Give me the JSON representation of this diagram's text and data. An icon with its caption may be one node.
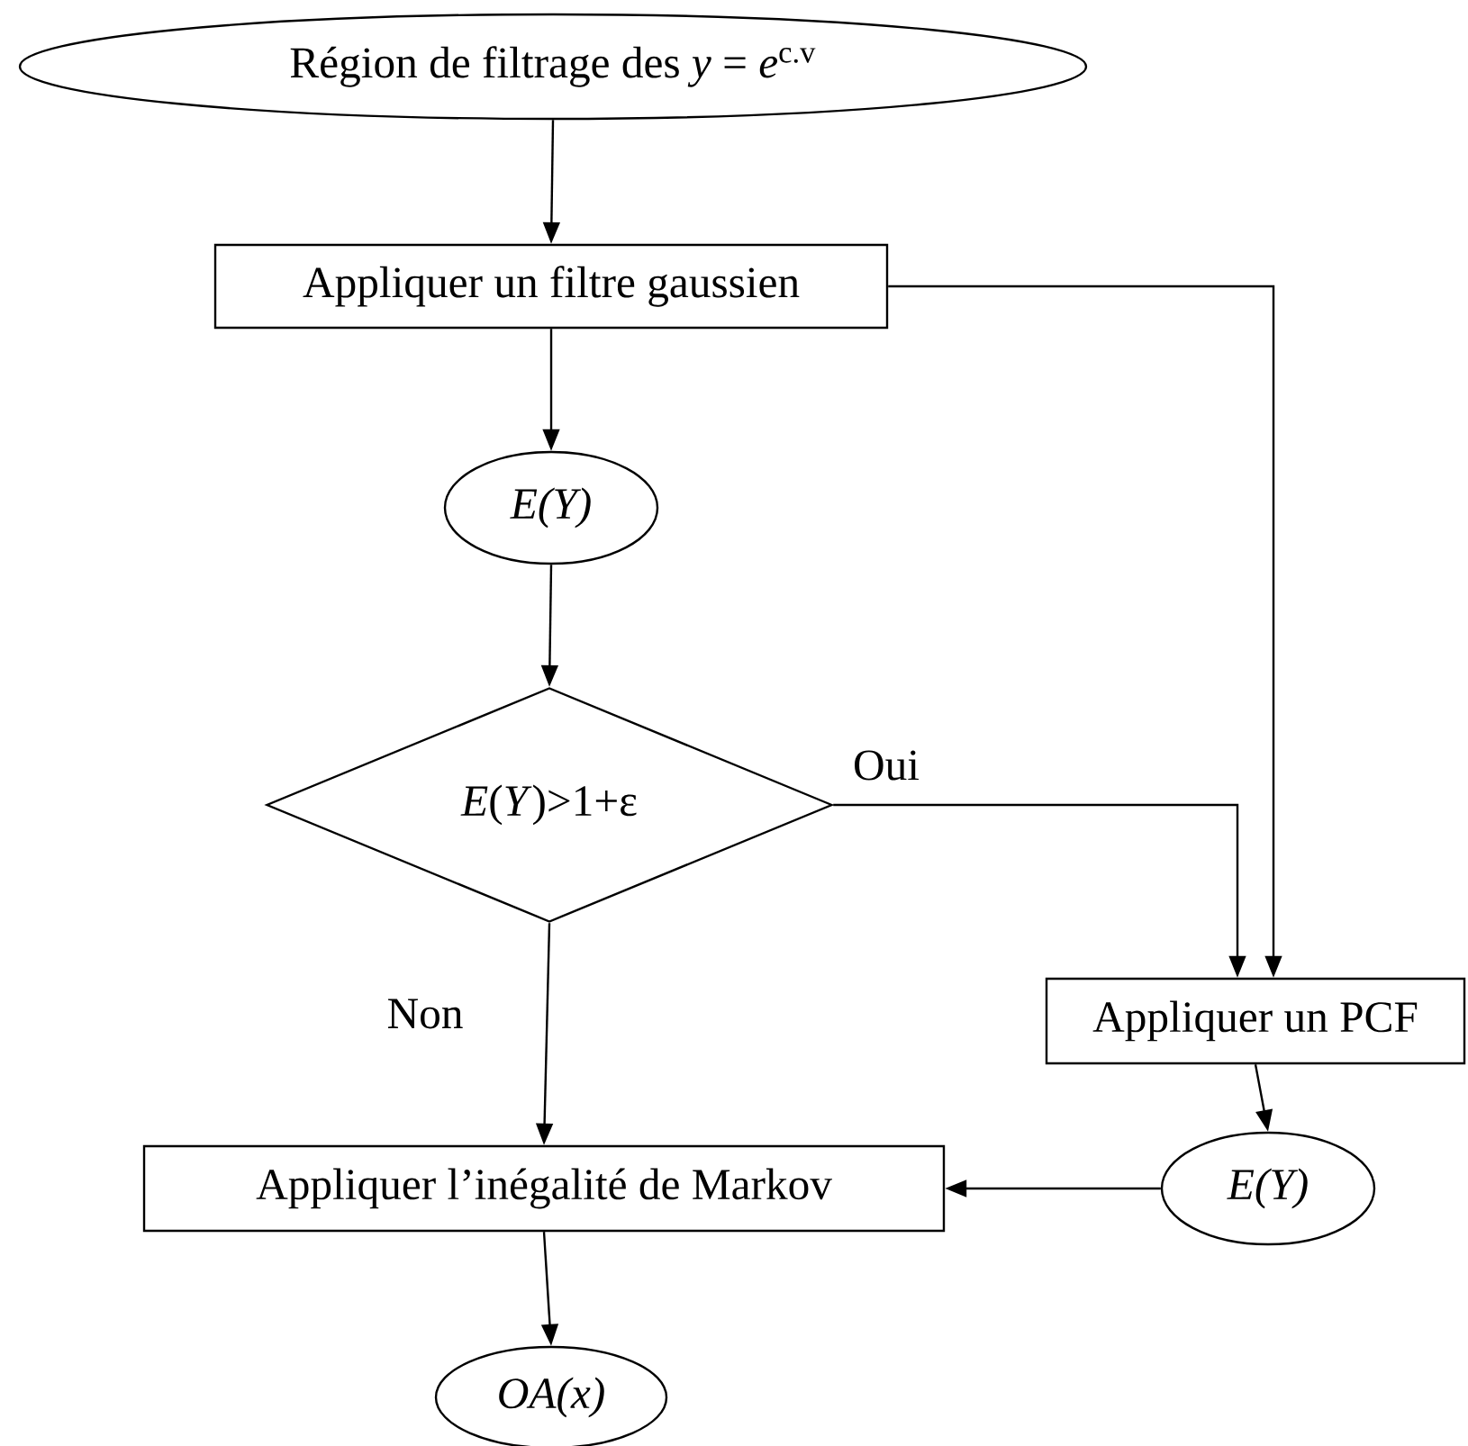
{
  "diagram": {
    "nodes": [
      {
        "text": [
          "Région de filtrage des *y* = *e*$^{c.v}$"
        ]
      },
      {
        "text": [
          "Appliquer un filtre gaussien"
        ]
      },
      {
        "text": [
          "E(Y)"
        ]
      },
      {
        "text": [
          "*E*(*Y*)>1+ε"
        ]
      },
      {
        "text": [
          "Appliquer un PCF"
        ]
      },
      {
        "text": [
          "E(Y)"
        ]
      },
      {
        "text": [
          "Appliquer l’inégalité de Markov"
        ]
      },
      {
        "text": [
          "OA(x)"
        ]
      }
    ],
    "edges": [
      {
        "from": 0,
        "to": 1,
        "arrow": "to"
      },
      {
        "from": 1,
        "to": 2,
        "arrow": "to"
      },
      {
        "from": 2,
        "to": 3,
        "arrow": "to"
      },
      {
        "from": 3,
        "to": 4,
        "arrow": "to",
        "label": "Oui"
      },
      {
        "from": 1,
        "to": 4,
        "arrow": "to"
      },
      {
        "from": 3,
        "to": 6,
        "arrow": "to",
        "label": "Non"
      },
      {
        "from": 4,
        "to": 5,
        "arrow": "to"
      },
      {
        "from": 5,
        "to": 6,
        "arrow": "to"
      },
      {
        "from": 6,
        "to": 7,
        "arrow": "to"
      }
    ]
  }
}
